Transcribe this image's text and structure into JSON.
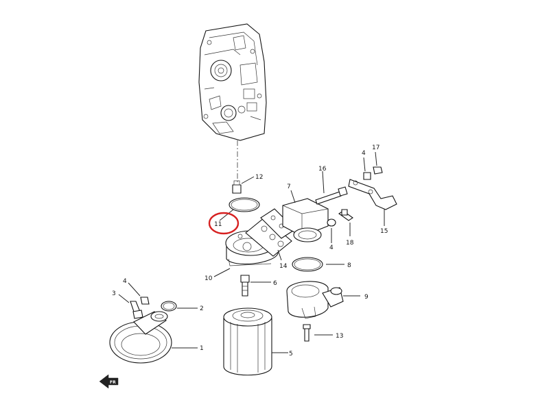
{
  "highlight_color": "#d62020",
  "callouts": {
    "c1": "1",
    "c2": "2",
    "c3": "3",
    "c4a": "4",
    "c4b": "4",
    "c4c": "4",
    "c5": "5",
    "c6": "6",
    "c7": "7",
    "c8": "8",
    "c9": "9",
    "c10": "10",
    "c11": "11",
    "c12": "12",
    "c13": "13",
    "c14": "14",
    "c15": "15",
    "c16": "16",
    "c17": "17",
    "c18": "18"
  },
  "direction_marker": "FR",
  "icons": {
    "front_arrow": "front-direction-arrow-icon"
  }
}
